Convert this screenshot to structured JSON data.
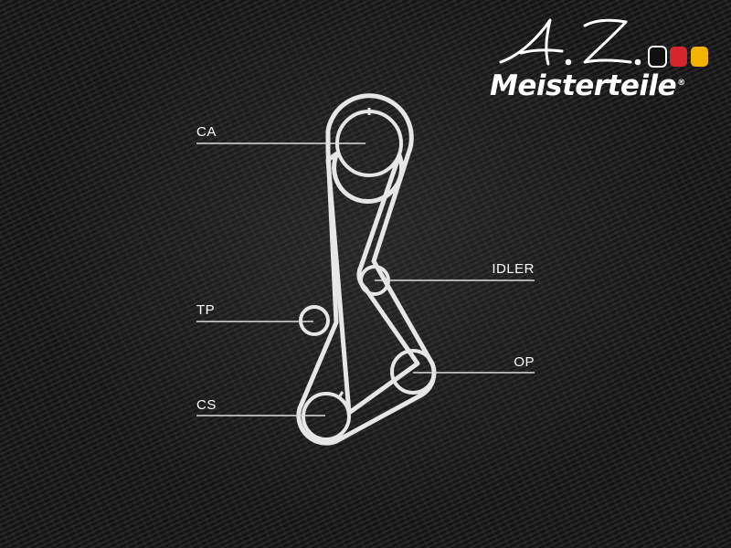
{
  "brand": {
    "name": "Meisterteile",
    "registered": "®",
    "script_mark": "A.Z.",
    "flag_colors": [
      "#111111",
      "#d6262d",
      "#f2b400"
    ]
  },
  "diagram": {
    "belt_color": "#e6e6e6",
    "line_color": "#dcdcdc",
    "labels": {
      "ca": "CA",
      "tp": "TP",
      "cs": "CS",
      "idler": "IDLER",
      "op": "OP"
    }
  }
}
